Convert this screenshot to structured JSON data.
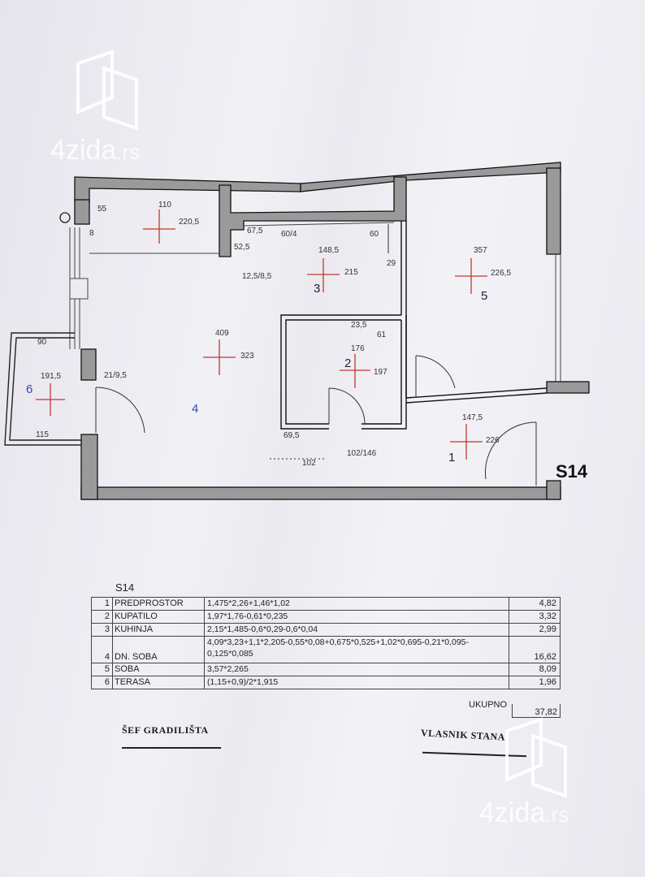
{
  "sheet": {
    "code": "S14",
    "rooms": [
      {
        "number": "1"
      },
      {
        "number": "2"
      },
      {
        "number": "3"
      },
      {
        "number": "4"
      },
      {
        "number": "5"
      },
      {
        "number": "6"
      }
    ],
    "dimensions": {
      "d55": "55",
      "d110": "110",
      "d220_5": "220,5",
      "d8": "8",
      "d67_5": "67,5",
      "d52_5": "52,5",
      "d60a": "60/4",
      "d60b": "60",
      "d148_5": "148,5",
      "d215": "215",
      "d29": "29",
      "d12_5": "12,5/8,5",
      "d357": "357",
      "d226_5": "226,5",
      "d409": "409",
      "d323": "323",
      "d23_5": "23,5",
      "d61": "61",
      "d176": "176",
      "d197": "197",
      "d90": "90",
      "d191_5": "191,5",
      "d21": "21/9,5",
      "d115": "115",
      "d147_5": "147,5",
      "d226": "226",
      "d69_5": "69,5",
      "d102": "102",
      "d102_146": "102/146"
    }
  },
  "table": {
    "title": "S14",
    "rows": [
      {
        "no": "1",
        "name": "PREDPROSTOR",
        "formula": "1,475*2,26+1,46*1,02",
        "value": "4,82"
      },
      {
        "no": "2",
        "name": "KUPATILO",
        "formula": "1,97*1,76-0,61*0,235",
        "value": "3,32"
      },
      {
        "no": "3",
        "name": "KUHINJA",
        "formula": "2,15*1,485-0,6*0,29-0,6*0,04",
        "value": "2,99"
      },
      {
        "no": "4",
        "name": "DN. SOBA",
        "formula": "4,09*3,23+1,1*2,205-0,55*0,08+0,675*0,525+1,02*0,695-0,21*0,095-0,125*0,085",
        "value": "16,62"
      },
      {
        "no": "5",
        "name": "SOBA",
        "formula": "3,57*2,265",
        "value": "8,09"
      },
      {
        "no": "6",
        "name": "TERASA",
        "formula": "(1,15+0,9)/2*1,915",
        "value": "1,96"
      }
    ],
    "total_label": "UKUPNO",
    "total_value": "37,82"
  },
  "signatures": {
    "left": "ŠEF GRADILIŠTA",
    "right": "VLASNIK STANA"
  },
  "watermark": {
    "brand": "4zida",
    "tld": ".rs"
  },
  "colors": {
    "wall_fill": "#9a9a9a",
    "wall_line": "#111111",
    "arrow_red": "#c0392b",
    "room6_blue": "#3a4aa8"
  }
}
